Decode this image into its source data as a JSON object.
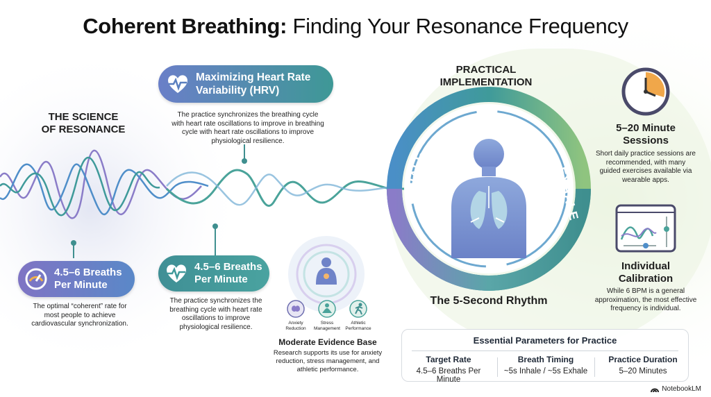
{
  "title": {
    "bold": "Coherent Breathing:",
    "rest": " Finding Your Resonance Frequency"
  },
  "science": {
    "heading_line1": "THE SCIENCE",
    "heading_line2": "OF RESONANCE"
  },
  "hrv": {
    "label_line1": "Maximizing Heart Rate",
    "label_line2": "Variability (HRV)",
    "text": "The practice synchronizes the breathing cycle with heart rate oscillations to improve in breathing cycle with heart rate oscillations to improve physiological resilience."
  },
  "breaths_left": {
    "label_line1": "4.5–6 Breaths",
    "label_line2": "Per Minute",
    "text": "The optimal “coherent” rate for most people to achieve cardiovascular synchronization."
  },
  "breaths_mid": {
    "label_line1": "4.5–6 Breaths",
    "label_line2": "Per Minute",
    "text": "The practice synchronizes the breathing cycle with heart rate oscillations to improve physiological resilience."
  },
  "evidence": {
    "items": [
      "Anxiety Reduction",
      "Stress Management",
      "Athletic Performance"
    ],
    "heading": "Moderate Evidence Base",
    "text": "Research supports its use for anxiety reduction, stress management, and athletic performance."
  },
  "practical": {
    "heading_line1": "PRACTICAL",
    "heading_line2": "IMPLEMENTATION",
    "inhale": "INHALE",
    "exhale": "EXHALE",
    "rhythm": "The 5-Second Rhythm"
  },
  "sessions": {
    "heading_line1": "5–20 Minute",
    "heading_line2": "Sessions",
    "text": "Short daily practice sessions are recommended, with many guided exercises available via wearable apps."
  },
  "calibration": {
    "heading_line1": "Individual",
    "heading_line2": "Calibration",
    "text": "While 6 BPM is a general approximation, the most effective frequency is individual."
  },
  "params": {
    "title": "Essential Parameters for Practice",
    "columns": [
      {
        "header": "Target Rate",
        "value": "4.5–6 Breaths Per Minute"
      },
      {
        "header": "Breath Timing",
        "value": "~5s Inhale / ~5s Exhale"
      },
      {
        "header": "Practice Duration",
        "value": "5–20 Minutes"
      }
    ]
  },
  "footer": {
    "brand": "NotebookLM"
  },
  "colors": {
    "purple": "#7b6fc0",
    "blue": "#4f8ec9",
    "teal": "#3f9a9a",
    "green": "#86c07f",
    "pale_green": "#eef5e6"
  }
}
